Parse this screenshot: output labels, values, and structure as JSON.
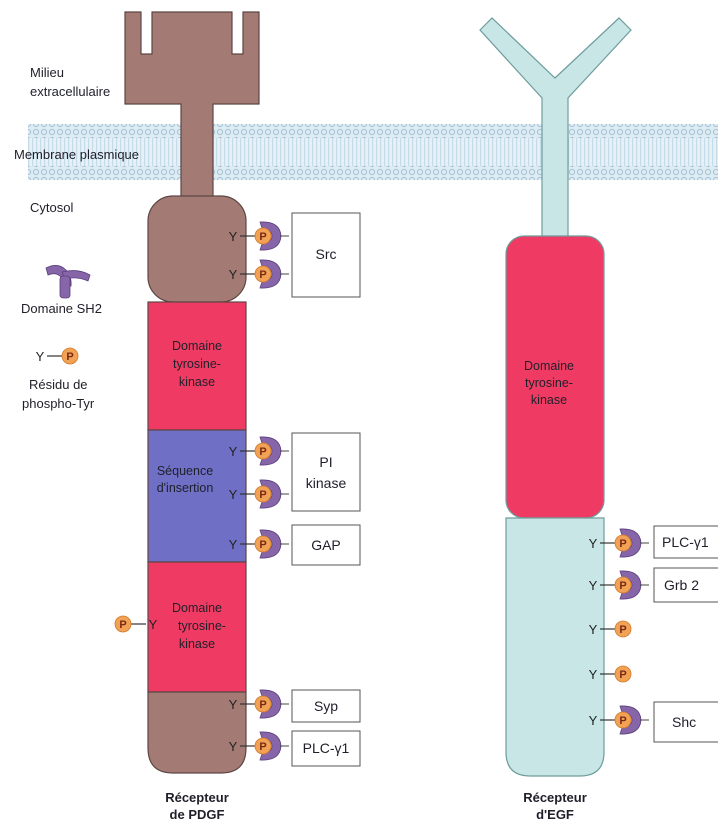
{
  "legend": {
    "extracellular": [
      "Milieu",
      "extracellulaire"
    ],
    "membrane": "Membrane plasmique",
    "cytosol": "Cytosol",
    "sh2_label": "Domaine SH2",
    "ptyr_label": [
      "Résidu de",
      "phospho-Tyr"
    ]
  },
  "glyph": {
    "tyr": "Y",
    "phospho": "P"
  },
  "pdgf": {
    "domain1": [
      "Domaine",
      "tyrosine-",
      "kinase"
    ],
    "insert": [
      "Séquence",
      "d'insertion"
    ],
    "domain2": [
      "Domaine",
      "tyrosine-",
      "kinase"
    ],
    "boxes": {
      "src": "Src",
      "pi": [
        "PI",
        "kinase"
      ],
      "gap": "GAP",
      "syp": "Syp",
      "plc": "PLC-γ1"
    },
    "caption": [
      "Récepteur",
      "de PDGF"
    ]
  },
  "egf": {
    "domain": [
      "Domaine",
      "tyrosine-",
      "kinase"
    ],
    "boxes": {
      "plc": "PLC-γ1",
      "grb": "Grb 2",
      "shc": "Shc"
    },
    "caption": [
      "Récepteur",
      "d'EGF"
    ]
  },
  "colors": {
    "pdgf_body": "#a47a74",
    "kinase": "#ef3b63",
    "insert": "#6f6fc6",
    "egf_body": "#c8e6e6",
    "sh2": "#8666a8",
    "phospho": "#f2a255",
    "membrane": "#cfe3ee"
  }
}
